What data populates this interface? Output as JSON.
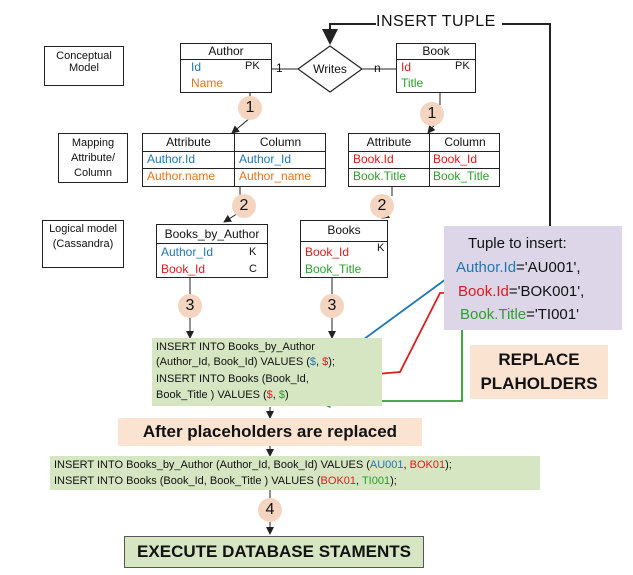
{
  "insert_tuple_label": "INSERT TUPLE",
  "levels": {
    "conceptual": "Conceptual Model",
    "mapping": "Mapping Attribute/ Column",
    "logical": "Logical model (Cassandra)"
  },
  "author_entity": {
    "title": "Author",
    "id": "Id",
    "pk": "PK",
    "name": "Name"
  },
  "book_entity": {
    "title": "Book",
    "id": "Id",
    "pk": "PK",
    "title_attr": "Title"
  },
  "relation": {
    "label": "Writes",
    "left_card": "1",
    "right_card": "n"
  },
  "author_mapping": {
    "headers": [
      "Attribute",
      "Column"
    ],
    "rows": [
      [
        "Author.Id",
        "Author_Id"
      ],
      [
        "Author.name",
        "Author_name"
      ]
    ]
  },
  "book_mapping": {
    "headers": [
      "Attribute",
      "Column"
    ],
    "rows": [
      [
        "Book.Id",
        "Book_Id"
      ],
      [
        "Book.Title",
        "Book_Title"
      ]
    ]
  },
  "books_by_author_table": {
    "title": "Books_by_Author",
    "col1": "Author_Id",
    "key1": "K",
    "col2": "Book_Id",
    "key2": "C"
  },
  "books_table": {
    "title": "Books",
    "col1": "Book_Id",
    "key1": "K",
    "col2": "Book_Title"
  },
  "steps": [
    "1",
    "1",
    "2",
    "2",
    "3",
    "3",
    "4"
  ],
  "tuple": {
    "title": "Tuple to insert:",
    "author_key": "Author.Id",
    "author_val": "='AU001',",
    "book_key": "Book.Id",
    "book_val": "='BOK001',",
    "title_key": "Book.Title",
    "title_val": "='TI001'"
  },
  "replace_label": [
    "REPLACE",
    "PLAHOLDERS"
  ],
  "templates": {
    "line1": "INSERT INTO Books_by_Author",
    "line2_pre": "(Author_Id, Book_Id) VALUES (",
    "ph": "$",
    "sep": ", ",
    "line2_post": ");",
    "line3": "INSERT INTO Books (Book_Id,",
    "line4_pre": "Book_Title ) VALUES (",
    "line4_post": ")"
  },
  "after_label": "After placeholders are replaced",
  "final": {
    "line1_pre": "INSERT INTO Books_by_Author (Author_Id, Book_Id) VALUES (",
    "line1_v1": "AU001",
    "sep": ", ",
    "line1_v2": "BOK01",
    "line1_post": ");",
    "line2_pre": "INSERT INTO Books (Book_Id, Book_Title ) VALUES (",
    "line2_v1": "BOK01",
    "line2_v2": "TI001",
    "line2_post": ");"
  },
  "execute_label": "EXECUTE DATABASE STAMENTS",
  "colors": {
    "author_id": "#1f77b4",
    "author_name": "#e8741a",
    "book_id": "#e31a1c",
    "book_title": "#2ca02c",
    "circle": "#f5d5bf",
    "green_box": "#d6e6c3",
    "tuple_box": "#dcd6e8",
    "peach": "#fbe3d2"
  }
}
